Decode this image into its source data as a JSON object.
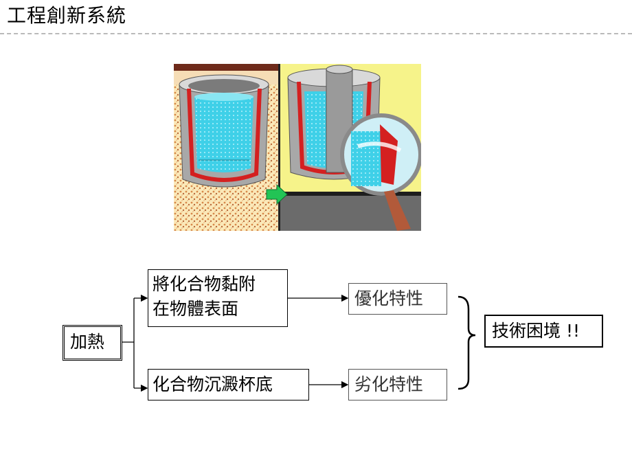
{
  "title": "工程創新系統",
  "diagram": {
    "start": "加熱",
    "upper_cause_line1": "將化合物黏附",
    "upper_cause_line2": "在物體表面",
    "lower_cause": "化合物沉澱杯底",
    "upper_effect": "優化特性",
    "lower_effect": "劣化特性",
    "result": "技術困境 !!"
  },
  "colors": {
    "heat_red": "#d42020",
    "liquid_cyan": "#3fd0e8",
    "vessel_gray": "#a8a8a8",
    "panel_yellow": "#f6f38a",
    "arrow_green": "#22c455"
  }
}
